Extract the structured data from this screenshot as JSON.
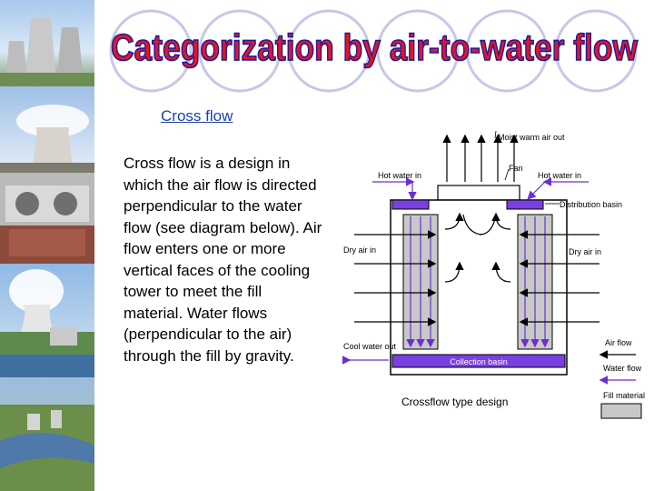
{
  "slide": {
    "title": "Categorization by air-to-water flow",
    "subtitle": "Cross flow",
    "body": "Cross flow is a design in which the air flow is directed perpendicular to the water flow (see diagram below). Air flow enters one or more vertical faces of the cooling tower to meet the fill material. Water flows (perpendicular to the air) through the fill by gravity.",
    "colors": {
      "title_fill": "#e8141c",
      "title_outline": "#1a1aa0",
      "link": "#1a3fb0",
      "circle": "#c6c8e8",
      "flow_arrow": "#6a2fd0",
      "basin": "#7a3fe0",
      "fill_material": "#c8c8c8"
    }
  },
  "diagram": {
    "labels": {
      "moist_air_out": "Moist warm air out",
      "fan": "Fan",
      "hot_water_in_left": "Hot water in",
      "hot_water_in_right": "Hot water in",
      "distribution_basin": "Distribution basin",
      "dry_air_in_left": "Dry air in",
      "dry_air_in_right": "Dry air in",
      "cool_water_out": "Cool water out",
      "collection_basin": "Collection basin",
      "caption": "Crossflow type design",
      "legend_air_flow": "Air flow",
      "legend_water_flow": "Water flow",
      "legend_fill_material": "Fill material"
    }
  }
}
